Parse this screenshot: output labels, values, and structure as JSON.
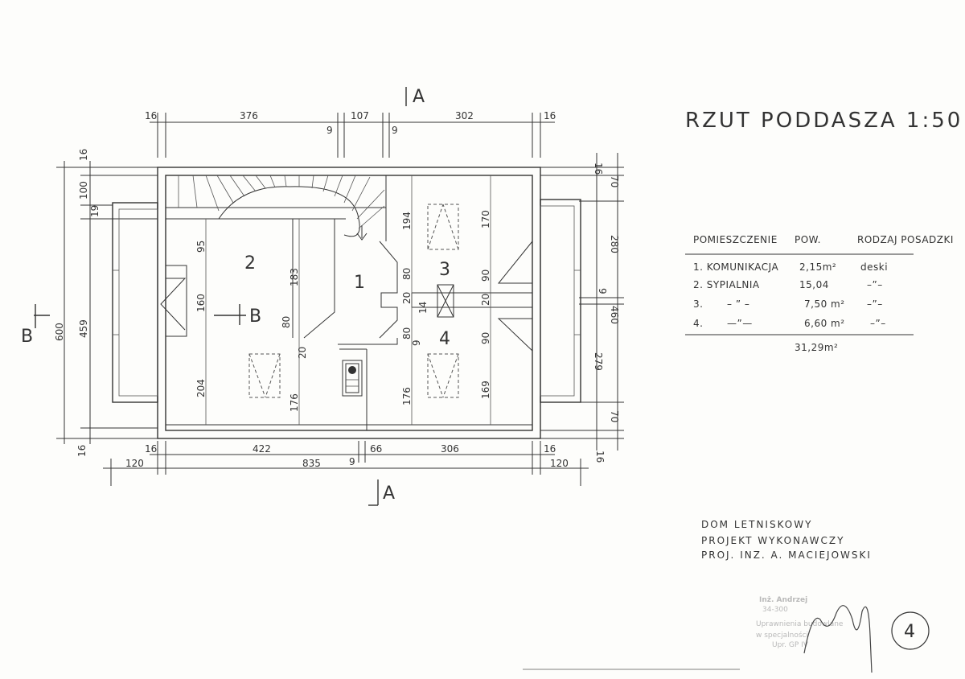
{
  "title": "RZUT PODDASZA 1:50",
  "section_labels": {
    "a_top": "A",
    "a_bottom": "A",
    "b_left": "B",
    "b_mid": "B"
  },
  "dims_top": [
    "16",
    "376",
    "9",
    "107",
    "9",
    "302",
    "16"
  ],
  "dims_bottom": [
    "16",
    "422",
    "9",
    "66",
    "306",
    "16"
  ],
  "dims_bottom2": [
    "120",
    "835",
    "120"
  ],
  "dims_left": [
    "16",
    "100",
    "19",
    "600",
    "459",
    "16"
  ],
  "dims_right": [
    "16",
    "70",
    "280",
    "9",
    "460",
    "279",
    "70",
    "16"
  ],
  "dims_inner": [
    "95",
    "183",
    "160",
    "80",
    "20",
    "204",
    "176",
    "194",
    "80",
    "20",
    "14",
    "9",
    "80",
    "90",
    "20",
    "90",
    "170",
    "176",
    "169"
  ],
  "rooms": [
    "1",
    "2",
    "3",
    "4"
  ],
  "table": {
    "headers": [
      "POMIESZCZENIE",
      "POW.",
      "RODZAJ POSADZKI"
    ],
    "rows": [
      {
        "name": "1. KOMUNIKACJA",
        "area": "2,15m²",
        "floor": "deski"
      },
      {
        "name": "2. SYPIALNIA",
        "area": "15,04",
        "floor": "–”–"
      },
      {
        "name": "3.",
        "sub": "– ” –",
        "area": "7,50 m²",
        "floor": "–”–"
      },
      {
        "name": "4.",
        "sub": "—”—",
        "area": "6,60 m²",
        "floor": "–”–"
      }
    ],
    "total": "31,29m²"
  },
  "notes": [
    "DOM LETNISKOWY",
    "PROJEKT WYKONAWCZY",
    "PROJ. INZ. A. MACIEJOWSKI"
  ],
  "stamp": [
    "Inż. Andrzej",
    "34-300",
    "Uprawnienia budowlane",
    "w specjalności",
    "Upr. GP IV"
  ],
  "page_number": "4"
}
